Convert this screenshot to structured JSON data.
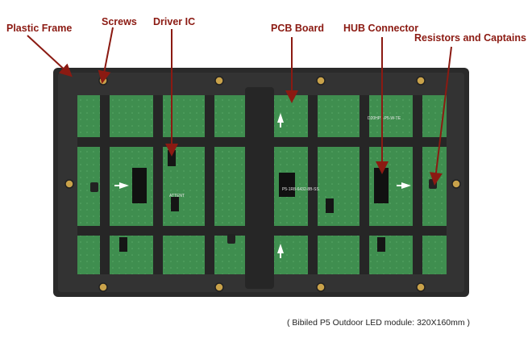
{
  "labels": {
    "plastic_frame": "Plastic Frame",
    "screws": "Screws",
    "driver_ic": "Driver IC",
    "pcb_board": "PCB Board",
    "hub_connector": "HUB Connector",
    "resistors": "Resistors and Captains"
  },
  "caption": "( Bibiled P5 Outdoor LED module: 320X160mm )",
  "board_texts": {
    "pcb_code": "P5-1R8-6432-8B-SS",
    "top_code": "D20HP1-P5-W-TE",
    "brand_mark": "ATTENT"
  },
  "colors": {
    "label_red": "#8b1a12",
    "frame": "#2b2b2b",
    "pcb": "#3c8d4c"
  }
}
